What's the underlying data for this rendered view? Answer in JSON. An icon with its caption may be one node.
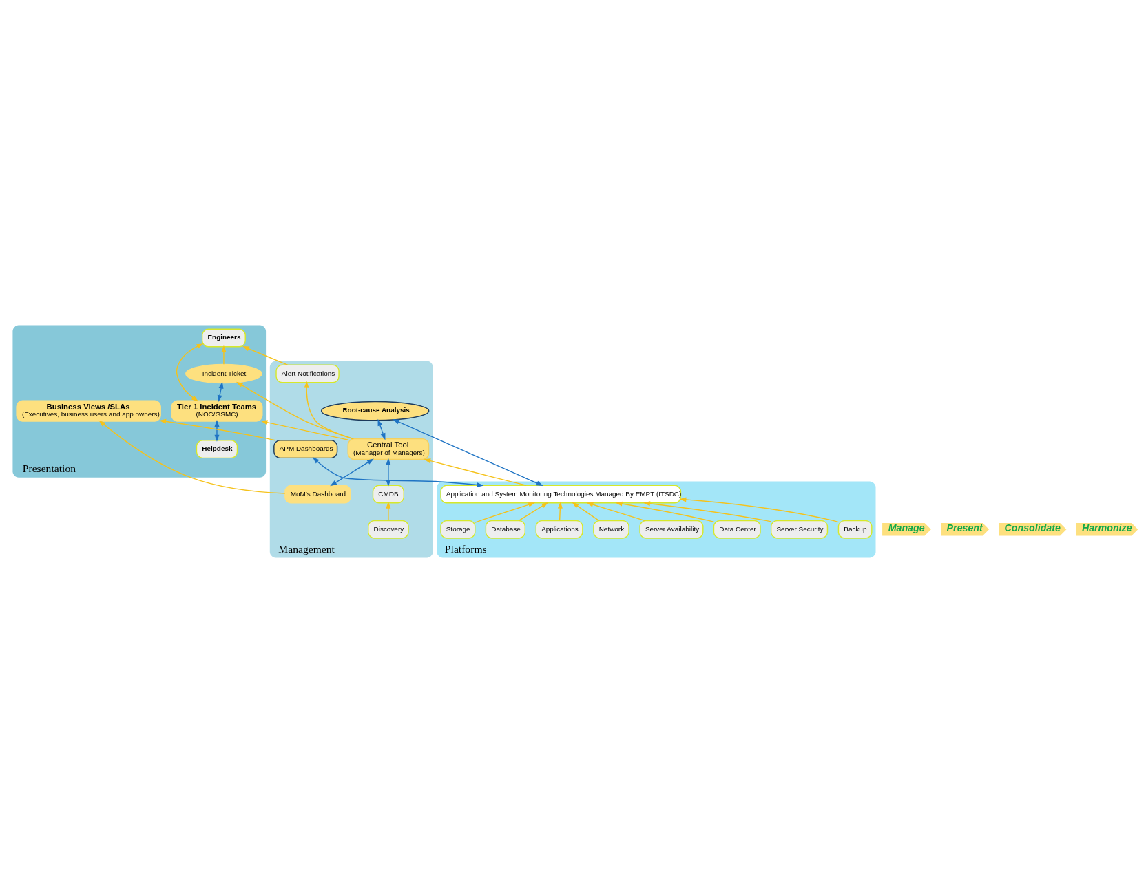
{
  "diagram": {
    "nodes": [
      {
        "text": [
          "Presentation"
        ]
      },
      {
        "text": [
          "Business Views /SLAs",
          "(Executives, business users and app owners)"
        ],
        "in": 0
      },
      {
        "text": [
          "Helpdesk"
        ],
        "in": 0
      },
      {
        "text": [
          "Engineers"
        ],
        "in": 0
      },
      {
        "text": [
          "Tier 1 Incident Teams",
          "(NOC/GSMC)"
        ],
        "in": 0
      },
      {
        "text": [
          "Incident Ticket"
        ],
        "in": 0
      },
      {
        "text": [
          "Management"
        ]
      },
      {
        "text": [
          "MoM’s Dashboard"
        ],
        "in": 6
      },
      {
        "text": [
          "Central Tool",
          "(Manager of Managers)"
        ],
        "in": 6
      },
      {
        "text": [
          "CMDB"
        ],
        "in": 6
      },
      {
        "text": [
          "Discovery"
        ],
        "in": 6
      },
      {
        "text": [
          "Alert Notifications"
        ],
        "in": 6
      },
      {
        "text": [
          "Root-cause Analysis"
        ],
        "in": 6
      },
      {
        "text": [
          "APM Dashboards"
        ],
        "in": 6
      },
      {
        "text": [
          "Platforms"
        ]
      },
      {
        "text": [
          "Application and System Monitoring Technologies Managed By EMPT (ITSDC)"
        ],
        "in": 14
      },
      {
        "text": [
          "Data Center"
        ],
        "in": 14
      },
      {
        "text": [
          "Server Availability"
        ],
        "in": 14
      },
      {
        "text": [
          "Network"
        ],
        "in": 14
      },
      {
        "text": [
          "Applications"
        ],
        "in": 14
      },
      {
        "text": [
          "Database"
        ],
        "in": 14
      },
      {
        "text": [
          "Storage"
        ],
        "in": 14
      },
      {
        "text": [
          "Backup"
        ],
        "in": 14
      },
      {
        "text": [
          "Server Security"
        ],
        "in": 14
      }
    ],
    "edges": [
      {
        "from": 2,
        "to": 4,
        "arrow": "both",
        "color": "#1f74c4"
      },
      {
        "from": 4,
        "to": 3,
        "arrow": "both"
      },
      {
        "from": 4,
        "to": 5,
        "arrow": "both",
        "color": "#1f74c4"
      },
      {
        "from": 5,
        "to": 3,
        "arrow": "to"
      },
      {
        "from": 13,
        "to": 1,
        "arrow": "to"
      },
      {
        "from": 7,
        "to": 1,
        "arrow": "to"
      },
      {
        "from": 7,
        "to": 8,
        "arrow": "both",
        "color": "#1f74c4"
      },
      {
        "from": 9,
        "to": 8,
        "arrow": "both",
        "color": "#1f74c4"
      },
      {
        "from": 10,
        "to": 9,
        "arrow": "to"
      },
      {
        "from": 8,
        "to": 4,
        "arrow": "to"
      },
      {
        "from": 8,
        "to": 5,
        "arrow": "to"
      },
      {
        "from": 11,
        "to": 3,
        "arrow": "to"
      },
      {
        "from": 8,
        "to": 12,
        "arrow": "both",
        "color": "#1f74c4"
      },
      {
        "from": 8,
        "to": 11,
        "arrow": "to"
      },
      {
        "from": 15,
        "to": 8,
        "arrow": "to"
      },
      {
        "from": 15,
        "to": 12,
        "arrow": "both",
        "color": "#1f74c4"
      },
      {
        "from": 15,
        "to": 13,
        "arrow": "both",
        "color": "#1f74c4"
      },
      {
        "from": 16,
        "to": 15,
        "arrow": "to"
      },
      {
        "from": 17,
        "to": 15,
        "arrow": "to"
      },
      {
        "from": 18,
        "to": 15,
        "arrow": "to"
      },
      {
        "from": 19,
        "to": 15,
        "arrow": "to"
      },
      {
        "from": 20,
        "to": 15,
        "arrow": "to"
      },
      {
        "from": 21,
        "to": 15,
        "arrow": "to"
      },
      {
        "from": 22,
        "to": 15,
        "arrow": "to"
      },
      {
        "from": 23,
        "to": 15,
        "arrow": "to"
      }
    ],
    "labels": [
      "Manage",
      "Present",
      "Consolidate",
      "Harmonize"
    ]
  }
}
